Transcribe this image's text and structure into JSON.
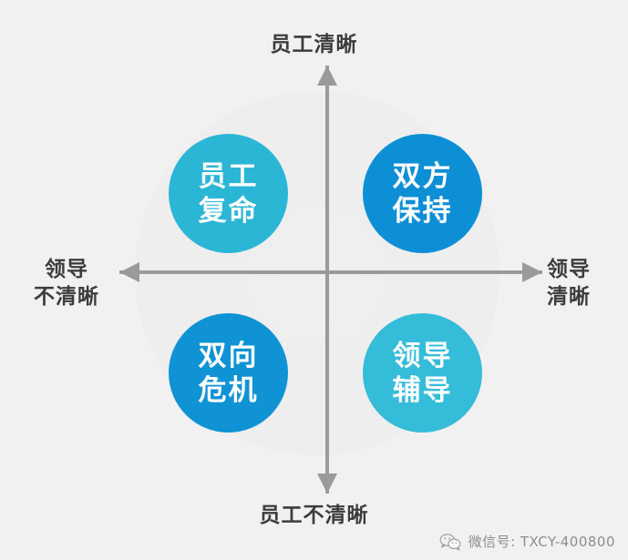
{
  "diagram": {
    "type": "2x2-quadrant-matrix",
    "background_color": "#f1f1f1",
    "axis_color": "#9a9a9a",
    "axes": {
      "top_label": "员工清晰",
      "bottom_label": "员工不清晰",
      "left_label": "领导\n不清晰",
      "right_label": "领导\n清晰",
      "vertical_axis_meaning": "员工清晰度",
      "horizontal_axis_meaning": "领导清晰度"
    },
    "quadrants": [
      {
        "position": "top-left",
        "line1": "员工",
        "line2": "复命",
        "full_label": "员工复命",
        "color": "#2cb6d6"
      },
      {
        "position": "top-right",
        "line1": "双方",
        "line2": "保持",
        "full_label": "双方保持",
        "color": "#0d8fd6"
      },
      {
        "position": "bottom-left",
        "line1": "双向",
        "line2": "危机",
        "full_label": "双向危机",
        "color": "#0f93d4"
      },
      {
        "position": "bottom-right",
        "line1": "领导",
        "line2": "辅导",
        "full_label": "领导辅导",
        "color": "#35bcd9"
      }
    ]
  },
  "watermark": {
    "icon": "wechat-icon",
    "text": "微信号: TXCY-400800"
  }
}
